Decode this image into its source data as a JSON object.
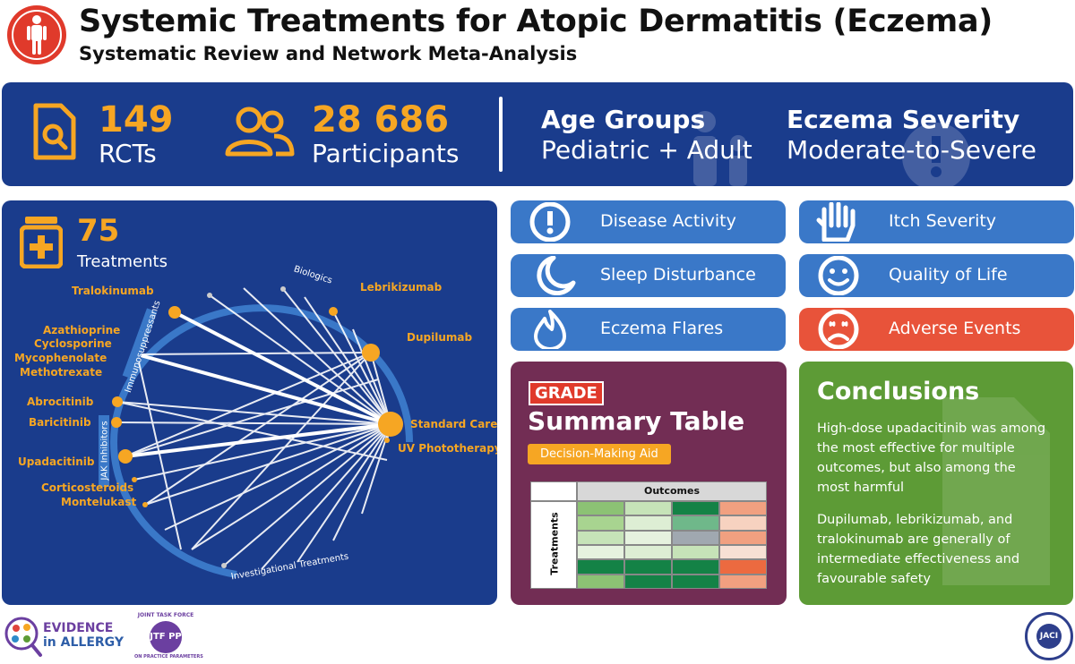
{
  "header": {
    "title": "Systemic Treatments for Atopic Dermatitis (Eczema)",
    "subtitle": "Systematic Review and Network Meta-Analysis",
    "icon": "person-icon"
  },
  "stats": {
    "rcts_value": "149",
    "rcts_label": "RCTs",
    "participants_value": "28 686",
    "participants_label": "Participants",
    "age_title": "Age Groups",
    "age_value": "Pediatric + Adult",
    "severity_title": "Eczema Severity",
    "severity_value": "Moderate-to-Severe"
  },
  "network": {
    "count": "75",
    "count_label": "Treatments",
    "labels": {
      "tralokinumab": "Tralokinumab",
      "lebrikizumab": "Lebrikizumab",
      "azathioprine": "Azathioprine",
      "cyclosporine": "Cyclosporine",
      "mycophenolate": "Mycophenolate",
      "methotrexate": "Methotrexate",
      "dupilumab": "Dupilumab",
      "abrocitinib": "Abrocitinib",
      "baricitinib": "Baricitinib",
      "standard_care": "Standard Care",
      "uv": "UV Phototherapy",
      "upadacitinib": "Upadacitinib",
      "corticosteroids": "Corticosteroids",
      "montelukast": "Montelukast"
    },
    "groups": {
      "biologics": "Biologics",
      "immunosuppressants": "Immunosuppressants",
      "jak": "JAK Inhibitors",
      "investigational": "Investigational Treatments"
    }
  },
  "outcomes": [
    {
      "label": "Disease Activity",
      "icon": "exclamation-icon"
    },
    {
      "label": "Itch Severity",
      "icon": "hand-icon"
    },
    {
      "label": "Sleep Disturbance",
      "icon": "moon-icon"
    },
    {
      "label": "Quality of Life",
      "icon": "smiley-icon"
    },
    {
      "label": "Eczema Flares",
      "icon": "flame-icon"
    },
    {
      "label": "Adverse Events",
      "icon": "sick-face-icon"
    }
  ],
  "grade": {
    "badge": "GRADE",
    "title": "Summary Table",
    "aid": "Decision-Making Aid",
    "table_header": "Outcomes",
    "table_row_label": "Treatments",
    "cells": [
      [
        "#8cc274",
        "#c6e3b8",
        "#148246",
        "#f1a080"
      ],
      [
        "#a8d490",
        "#ddeed4",
        "#6fb88a",
        "#f7d2c0"
      ],
      [
        "#c6e3b8",
        "#e6f2df",
        "#a0a8b0",
        "#f1a080"
      ],
      [
        "#e6f2df",
        "#ddeed4",
        "#c6e3b8",
        "#f7e0d4"
      ],
      [
        "#148246",
        "#148246",
        "#148246",
        "#ec6a40"
      ],
      [
        "#8cc274",
        "#148246",
        "#148246",
        "#f1a080"
      ]
    ]
  },
  "conclusions": {
    "title": "Conclusions",
    "p1": "High-dose upadacitinib was among the most effective for multiple outcomes, but also among the most harmful",
    "p2": "Dupilumab, lebrikizumab, and tralokinumab are generally of intermediate effectiveness and favourable safety"
  },
  "footer": {
    "evidence_line1": "EVIDENCE",
    "evidence_line2": "in ALLERGY",
    "jtf_top": "JOINT TASK FORCE",
    "jtf_mid": "JTF PP",
    "jtf_bottom": "ON PRACTICE PARAMETERS",
    "jaci": "JACI"
  },
  "colors": {
    "navy": "#1a3c8c",
    "orange": "#f6a623",
    "pill_blue": "#3a78c8",
    "adverse_red": "#e8533a",
    "grade_purple": "#722d54",
    "conclusion_green": "#5d9b36"
  }
}
